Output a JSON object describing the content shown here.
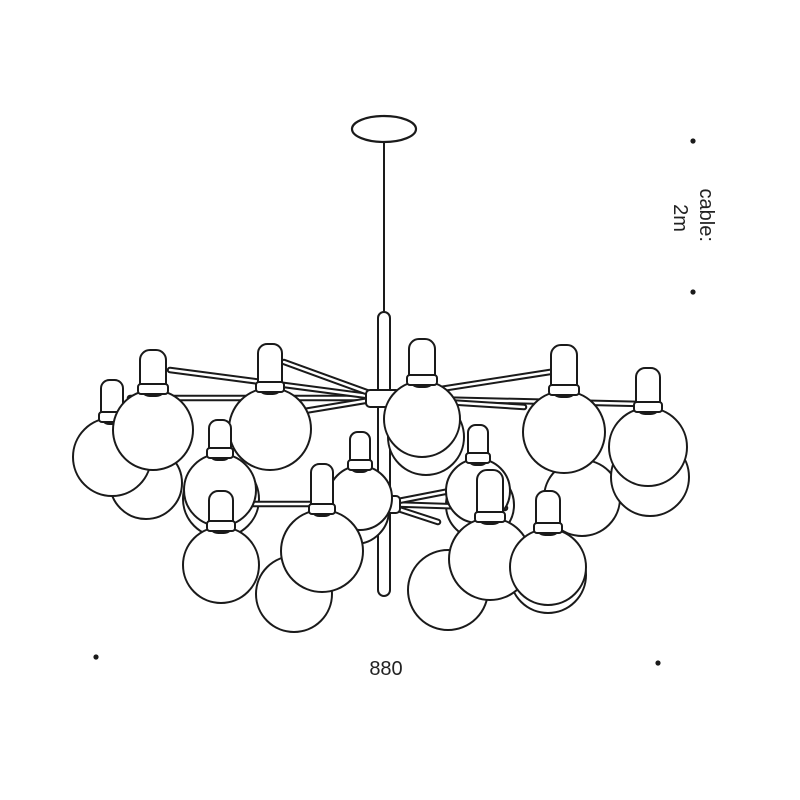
{
  "dimensions": {
    "width_label": "880",
    "cable_label_line1": "cable:",
    "cable_label_line2": "2m"
  },
  "colors": {
    "stroke": "#1a1a1a",
    "fill": "#ffffff",
    "text": "#222222"
  }
}
